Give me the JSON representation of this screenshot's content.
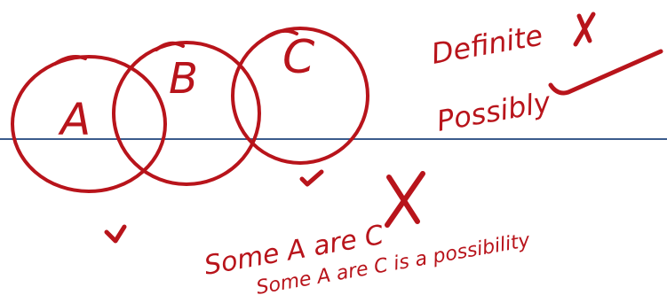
{
  "colors": {
    "ink": "#b8141b",
    "rule_line": "#3b5b8c",
    "background": "#ffffff"
  },
  "diagram": {
    "sets": [
      {
        "label": "A"
      },
      {
        "label": "B"
      },
      {
        "label": "C"
      }
    ]
  },
  "notes": {
    "definite": "Definite",
    "possibly": "Possibly",
    "conclusion_1": "Some A are C",
    "conclusion_2": "Some A are C is a possibility"
  },
  "marks": {
    "cross_icon": "cross-icon",
    "check_icon": "check-icon"
  }
}
